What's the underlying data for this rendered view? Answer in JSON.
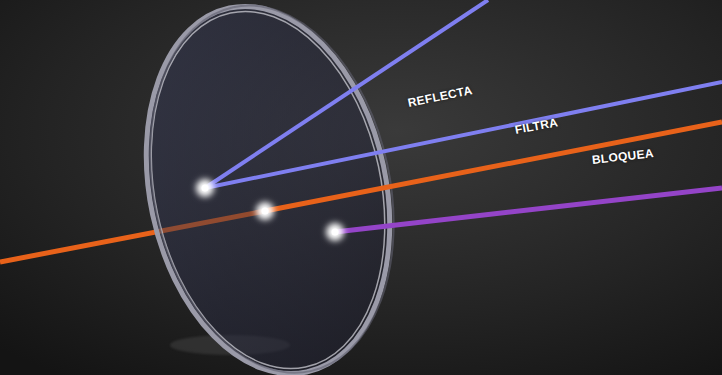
{
  "diagram": {
    "labels": [
      "REFLECTA",
      "FILTRA",
      "BLOQUEA"
    ]
  }
}
